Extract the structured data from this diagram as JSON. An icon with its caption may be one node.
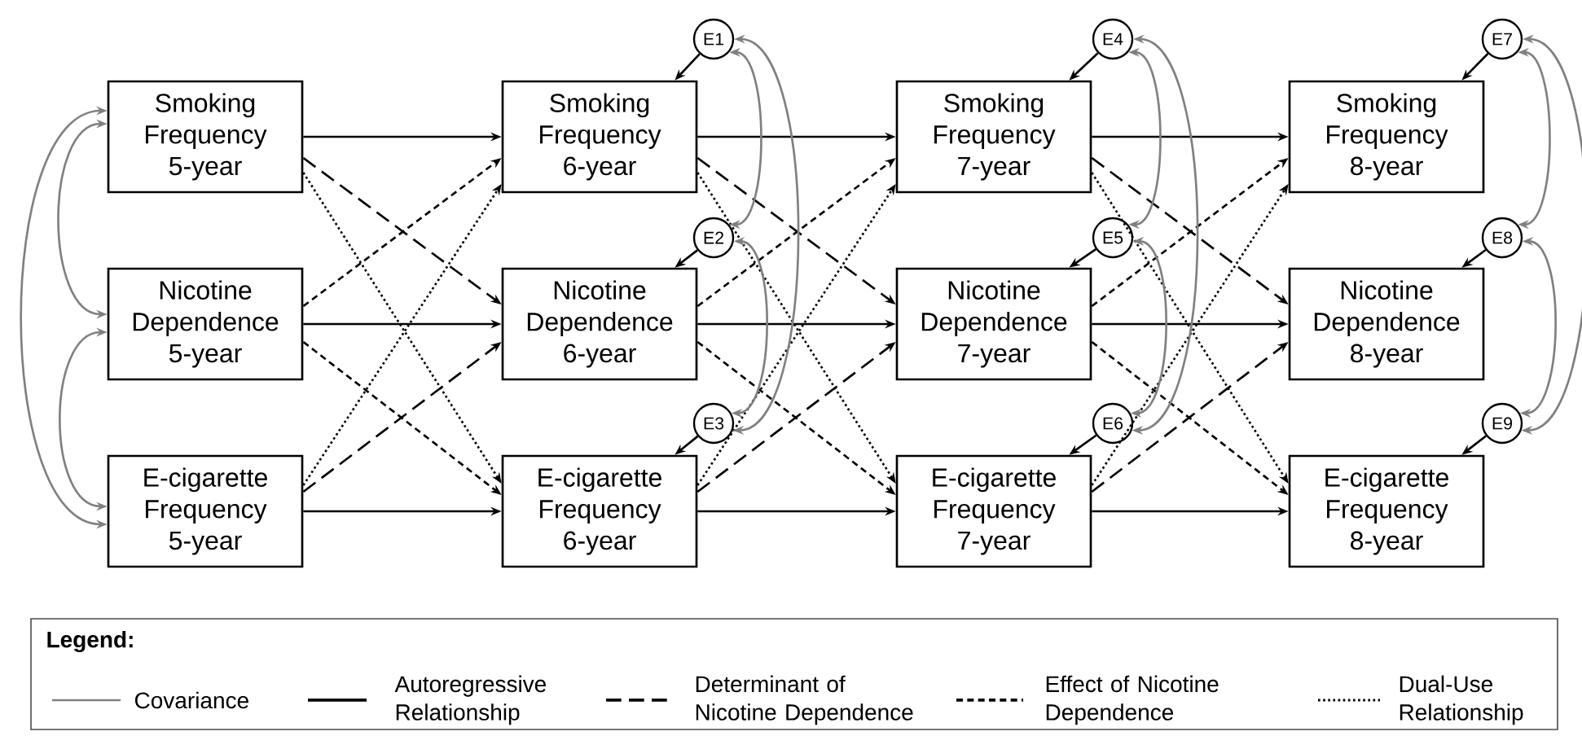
{
  "diagram": {
    "nodes": [
      {
        "text": [
          "Smoking Frequency 5-year"
        ]
      },
      {
        "text": [
          "Smoking Frequency 6-year"
        ]
      },
      {
        "text": [
          "Smoking Frequency 7-year"
        ]
      },
      {
        "text": [
          "Smoking Frequency 8-year"
        ]
      },
      {
        "text": [
          "Nicotine Dependence 5-year"
        ]
      },
      {
        "text": [
          "Nicotine Dependence 6-year"
        ]
      },
      {
        "text": [
          "Nicotine Dependence 7-year"
        ]
      },
      {
        "text": [
          "Nicotine Dependence 8-year"
        ]
      },
      {
        "text": [
          "E-cigarette Frequency 5-year"
        ]
      },
      {
        "text": [
          "E-cigarette Frequency 6-year"
        ]
      },
      {
        "text": [
          "E-cigarette Frequency 7-year"
        ]
      },
      {
        "text": [
          "E-cigarette Frequency 8-year"
        ]
      },
      {
        "text": [
          "E1"
        ]
      },
      {
        "text": [
          "E2"
        ]
      },
      {
        "text": [
          "E3"
        ]
      },
      {
        "text": [
          "E4"
        ]
      },
      {
        "text": [
          "E5"
        ]
      },
      {
        "text": [
          "E6"
        ]
      },
      {
        "text": [
          "E7"
        ]
      },
      {
        "text": [
          "E8"
        ]
      },
      {
        "text": [
          "E9"
        ]
      }
    ],
    "edges": [
      {
        "from": 0,
        "to": 1,
        "arrow": "to"
      },
      {
        "from": 4,
        "to": 5,
        "arrow": "to"
      },
      {
        "from": 8,
        "to": 9,
        "arrow": "to"
      },
      {
        "from": 0,
        "to": 5,
        "arrow": "to",
        "style": "dashed"
      },
      {
        "from": 8,
        "to": 5,
        "arrow": "to",
        "style": "dashed"
      },
      {
        "from": 4,
        "to": 1,
        "arrow": "to",
        "style": "dashed"
      },
      {
        "from": 4,
        "to": 9,
        "arrow": "to",
        "style": "dashed"
      },
      {
        "from": 0,
        "to": 9,
        "arrow": "to",
        "style": "dashed"
      },
      {
        "from": 8,
        "to": 1,
        "arrow": "to",
        "style": "dashed"
      },
      {
        "from": 1,
        "to": 2,
        "arrow": "to"
      },
      {
        "from": 5,
        "to": 6,
        "arrow": "to"
      },
      {
        "from": 9,
        "to": 10,
        "arrow": "to"
      },
      {
        "from": 1,
        "to": 6,
        "arrow": "to",
        "style": "dashed"
      },
      {
        "from": 9,
        "to": 6,
        "arrow": "to",
        "style": "dashed"
      },
      {
        "from": 5,
        "to": 2,
        "arrow": "to",
        "style": "dashed"
      },
      {
        "from": 5,
        "to": 10,
        "arrow": "to",
        "style": "dashed"
      },
      {
        "from": 1,
        "to": 10,
        "arrow": "to",
        "style": "dashed"
      },
      {
        "from": 9,
        "to": 2,
        "arrow": "to",
        "style": "dashed"
      },
      {
        "from": 2,
        "to": 3,
        "arrow": "to"
      },
      {
        "from": 6,
        "to": 7,
        "arrow": "to"
      },
      {
        "from": 10,
        "to": 11,
        "arrow": "to"
      },
      {
        "from": 2,
        "to": 7,
        "arrow": "to",
        "style": "dashed"
      },
      {
        "from": 10,
        "to": 7,
        "arrow": "to",
        "style": "dashed"
      },
      {
        "from": 6,
        "to": 3,
        "arrow": "to",
        "style": "dashed"
      },
      {
        "from": 6,
        "to": 11,
        "arrow": "to",
        "style": "dashed"
      },
      {
        "from": 2,
        "to": 11,
        "arrow": "to",
        "style": "dashed"
      },
      {
        "from": 10,
        "to": 3,
        "arrow": "to",
        "style": "dashed"
      },
      {
        "from": 12,
        "to": 1,
        "arrow": "to"
      },
      {
        "from": 13,
        "to": 5,
        "arrow": "to"
      },
      {
        "from": 14,
        "to": 9,
        "arrow": "to"
      },
      {
        "from": 15,
        "to": 2,
        "arrow": "to"
      },
      {
        "from": 16,
        "to": 6,
        "arrow": "to"
      },
      {
        "from": 17,
        "to": 10,
        "arrow": "to"
      },
      {
        "from": 18,
        "to": 3,
        "arrow": "to"
      },
      {
        "from": 19,
        "to": 7,
        "arrow": "to"
      },
      {
        "from": 20,
        "to": 11,
        "arrow": "to"
      },
      {
        "from": 0,
        "to": 4,
        "arrow": "both",
        "color": "#808080"
      },
      {
        "from": 4,
        "to": 8,
        "arrow": "both",
        "color": "#808080"
      },
      {
        "from": 0,
        "to": 8,
        "arrow": "both",
        "color": "#808080"
      },
      {
        "from": 12,
        "to": 13,
        "arrow": "both",
        "color": "#808080"
      },
      {
        "from": 13,
        "to": 14,
        "arrow": "both",
        "color": "#808080"
      },
      {
        "from": 12,
        "to": 14,
        "arrow": "both",
        "color": "#808080"
      },
      {
        "from": 15,
        "to": 16,
        "arrow": "both",
        "color": "#808080"
      },
      {
        "from": 16,
        "to": 17,
        "arrow": "both",
        "color": "#808080"
      },
      {
        "from": 15,
        "to": 17,
        "arrow": "both",
        "color": "#808080"
      },
      {
        "from": 18,
        "to": 19,
        "arrow": "both",
        "color": "#808080"
      },
      {
        "from": 19,
        "to": 20,
        "arrow": "both",
        "color": "#808080"
      },
      {
        "from": 18,
        "to": 20,
        "arrow": "both",
        "color": "#808080"
      }
    ],
    "labels": [
      "Legend:"
    ],
    "legend": [
      {
        "text": "Covariance"
      },
      {
        "text": "Autoregressive Relationship"
      },
      {
        "text": "Determinant of Nicotine Dependence"
      },
      {
        "text": "Effect of Nicotine Dependence"
      },
      {
        "text": "Dual-Use Relationship"
      }
    ]
  }
}
